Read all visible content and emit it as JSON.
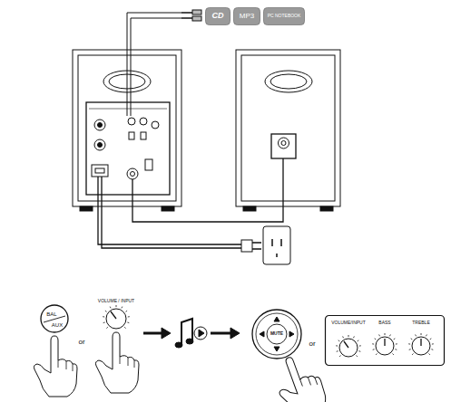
{
  "diagram": {
    "nodes": [
      {
        "text": [
          "CD"
        ]
      },
      {
        "text": [
          "MP3"
        ]
      },
      {
        "text": [
          "PC NOTEBOOK"
        ]
      },
      {
        "text": [
          "BAL",
          "AUX"
        ]
      },
      {
        "text": [
          "MUTE"
        ]
      },
      {
        "text": [
          "VOLUME/INPUT",
          "BASS",
          "TREBLE"
        ]
      }
    ],
    "labels": [
      "or",
      "VOLUME / INPUT",
      "or"
    ]
  }
}
